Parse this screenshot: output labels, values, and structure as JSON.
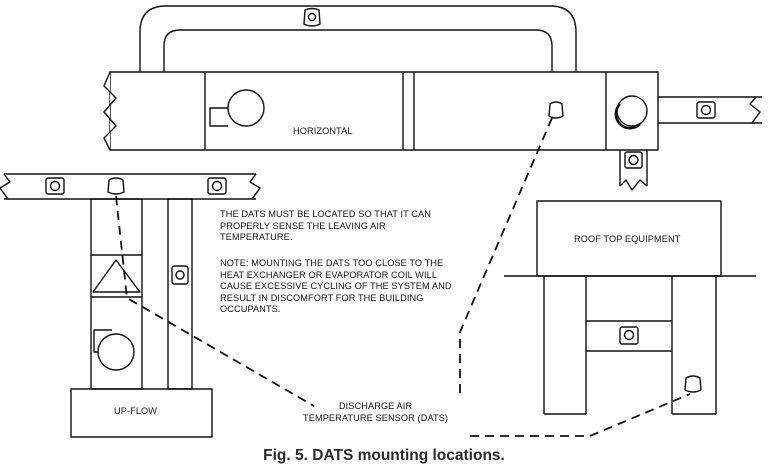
{
  "labels": {
    "horizontal": "HORIZONTAL",
    "rooftop": "ROOF TOP EQUIPMENT",
    "upflow": "UP-FLOW",
    "dats": "DISCHARGE AIR\nTEMPERATURE SENSOR (DATS)"
  },
  "notes": {
    "location": "THE DATS MUST BE LOCATED SO THAT IT CAN\nPROPERLY SENSE THE LEAVING AIR\nTEMPERATURE.",
    "caution": "NOTE:  MOUNTING THE DATS TOO CLOSE TO THE\nHEAT EXCHANGER OR EVAPORATOR COIL WILL\nCAUSE EXCESSIVE CYCLING OF THE SYSTEM AND\nRESULT IN DISCOMFORT FOR THE BUILDING\nOCCUPANTS."
  },
  "caption": "Fig. 5. DATS mounting locations."
}
